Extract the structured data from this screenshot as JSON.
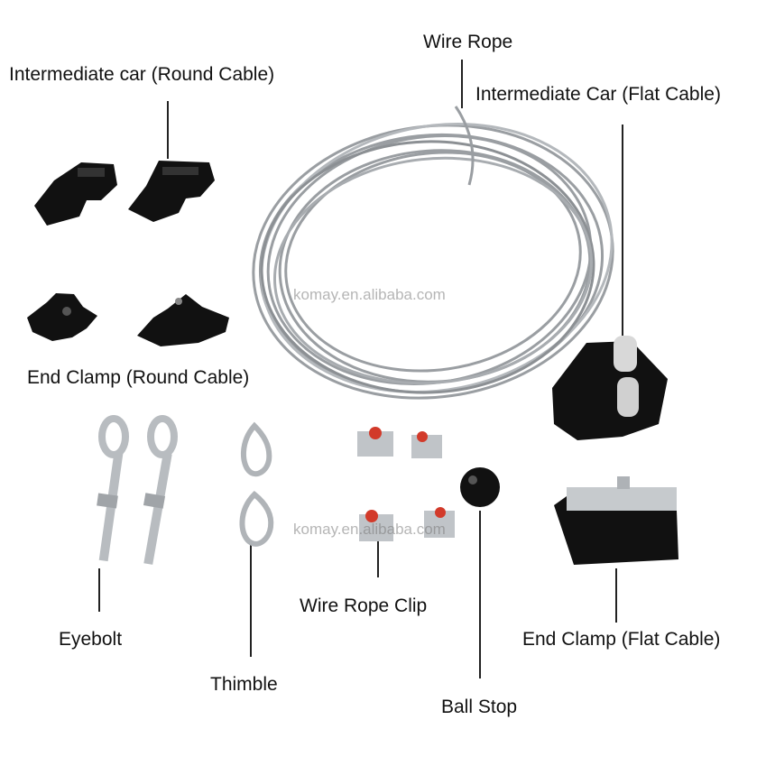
{
  "labels": {
    "wire_rope": "Wire Rope",
    "intermediate_round": "Intermediate car (Round Cable)",
    "intermediate_flat": "Intermediate Car (Flat Cable)",
    "end_clamp_round": "End Clamp (Round Cable)",
    "eyebolt": "Eyebolt",
    "thimble": "Thimble",
    "wire_rope_clip": "Wire Rope Clip",
    "ball_stop": "Ball Stop",
    "end_clamp_flat": "End Clamp (Flat Cable)"
  },
  "watermarks": {
    "top": "komay.en.alibaba.com",
    "bottom": "komay.en.alibaba.com"
  },
  "colors": {
    "part_black": "#111111",
    "cable_gray": "#9a9ea2",
    "steel": "#b8bcc0",
    "clip_red": "#d23a2a",
    "leader_line": "#222222"
  }
}
